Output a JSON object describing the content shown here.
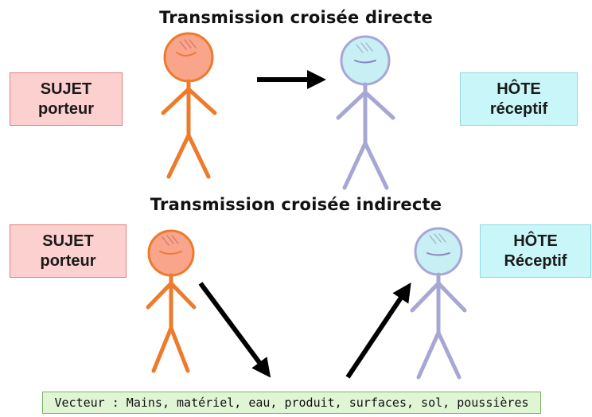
{
  "direct": {
    "title": "Transmission croisée directe",
    "sujet": {
      "line1": "SUJET",
      "line2": "porteur"
    },
    "hote": {
      "line1": "HÔTE",
      "line2": "réceptif"
    }
  },
  "indirect": {
    "title": "Transmission croisée indirecte",
    "sujet": {
      "line1": "SUJET",
      "line2": "porteur"
    },
    "hote": {
      "line1": "HÔTE",
      "line2": "Réceptif"
    },
    "vector": "Vecteur : Mains, matériel, eau, produit, surfaces, sol, poussières"
  },
  "colors": {
    "carrier_figure": "#ee7a2b",
    "carrier_head": "#f9a58c",
    "host_figure": "#a7a7d6",
    "host_head": "#c7eff4",
    "arrow": "#000000"
  }
}
